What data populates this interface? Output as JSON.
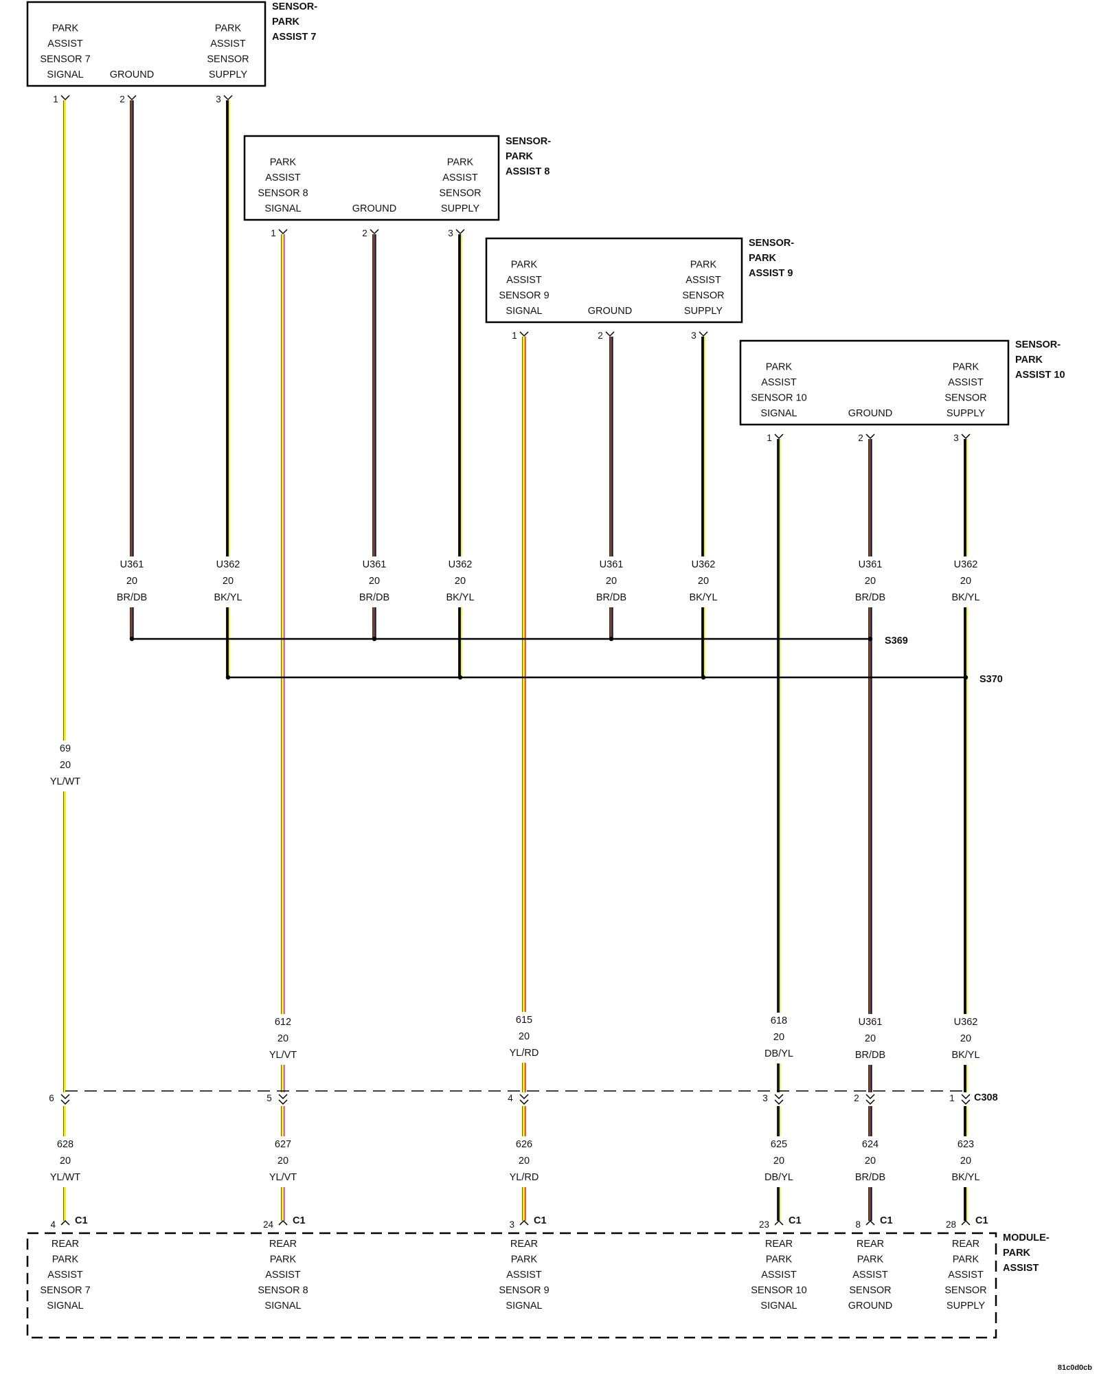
{
  "footer_code": "81c0d0cb",
  "colors": {
    "YL": "#f5f200",
    "WT": "#ffffff",
    "VT": "#c83cff",
    "RD": "#f03a1e",
    "DB": "#0b1250",
    "BR": "#7a4520",
    "BK": "#050505"
  },
  "sensors": [
    {
      "id": "s7",
      "name": [
        "SENSOR-",
        "PARK",
        "ASSIST 7"
      ],
      "pins": [
        {
          "num": "1",
          "label": [
            "PARK",
            "ASSIST",
            "SENSOR 7",
            "SIGNAL"
          ]
        },
        {
          "num": "2",
          "label": [
            "GROUND"
          ]
        },
        {
          "num": "3",
          "label": [
            "PARK",
            "ASSIST",
            "SENSOR",
            "SUPPLY"
          ]
        }
      ]
    },
    {
      "id": "s8",
      "name": [
        "SENSOR-",
        "PARK",
        "ASSIST 8"
      ],
      "pins": [
        {
          "num": "1",
          "label": [
            "PARK",
            "ASSIST",
            "SENSOR 8",
            "SIGNAL"
          ]
        },
        {
          "num": "2",
          "label": [
            "GROUND"
          ]
        },
        {
          "num": "3",
          "label": [
            "PARK",
            "ASSIST",
            "SENSOR",
            "SUPPLY"
          ]
        }
      ]
    },
    {
      "id": "s9",
      "name": [
        "SENSOR-",
        "PARK",
        "ASSIST 9"
      ],
      "pins": [
        {
          "num": "1",
          "label": [
            "PARK",
            "ASSIST",
            "SENSOR 9",
            "SIGNAL"
          ]
        },
        {
          "num": "2",
          "label": [
            "GROUND"
          ]
        },
        {
          "num": "3",
          "label": [
            "PARK",
            "ASSIST",
            "SENSOR",
            "SUPPLY"
          ]
        }
      ]
    },
    {
      "id": "s10",
      "name": [
        "SENSOR-",
        "PARK",
        "ASSIST 10"
      ],
      "pins": [
        {
          "num": "1",
          "label": [
            "PARK",
            "ASSIST",
            "SENSOR 10",
            "SIGNAL"
          ]
        },
        {
          "num": "2",
          "label": [
            "GROUND"
          ]
        },
        {
          "num": "3",
          "label": [
            "PARK",
            "ASSIST",
            "SENSOR",
            "SUPPLY"
          ]
        }
      ]
    }
  ],
  "splice_wire_labels": [
    [
      "U361",
      "20",
      "BR/DB"
    ],
    [
      "U362",
      "20",
      "BK/YL"
    ],
    [
      "U361",
      "20",
      "BR/DB"
    ],
    [
      "U362",
      "20",
      "BK/YL"
    ],
    [
      "U361",
      "20",
      "BR/DB"
    ],
    [
      "U362",
      "20",
      "BK/YL"
    ],
    [
      "U361",
      "20",
      "BR/DB"
    ],
    [
      "U362",
      "20",
      "BK/YL"
    ]
  ],
  "splices": {
    "ground": "S369",
    "supply": "S370"
  },
  "wire_69": [
    "69",
    "20",
    "YL/WT"
  ],
  "upper_wire_labels": [
    [
      "612",
      "20",
      "YL/VT"
    ],
    [
      "615",
      "20",
      "YL/RD"
    ],
    [
      "618",
      "20",
      "DB/YL"
    ],
    [
      "U361",
      "20",
      "BR/DB"
    ],
    [
      "U362",
      "20",
      "BK/YL"
    ]
  ],
  "connector": {
    "name": "C308",
    "pins": [
      "6",
      "5",
      "4",
      "3",
      "2",
      "1"
    ]
  },
  "lower_wire_labels": [
    [
      "628",
      "20",
      "YL/WT"
    ],
    [
      "627",
      "20",
      "YL/VT"
    ],
    [
      "626",
      "20",
      "YL/RD"
    ],
    [
      "625",
      "20",
      "DB/YL"
    ],
    [
      "624",
      "20",
      "BR/DB"
    ],
    [
      "623",
      "20",
      "BK/YL"
    ]
  ],
  "module": {
    "name": [
      "MODULE-",
      "PARK",
      "ASSIST"
    ],
    "pins": [
      {
        "num": "4",
        "conn": "C1",
        "label": [
          "REAR",
          "PARK",
          "ASSIST",
          "SENSOR 7",
          "SIGNAL"
        ]
      },
      {
        "num": "24",
        "conn": "C1",
        "label": [
          "REAR",
          "PARK",
          "ASSIST",
          "SENSOR 8",
          "SIGNAL"
        ]
      },
      {
        "num": "3",
        "conn": "C1",
        "label": [
          "REAR",
          "PARK",
          "ASSIST",
          "SENSOR 9",
          "SIGNAL"
        ]
      },
      {
        "num": "23",
        "conn": "C1",
        "label": [
          "REAR",
          "PARK",
          "ASSIST",
          "SENSOR 10",
          "SIGNAL"
        ]
      },
      {
        "num": "8",
        "conn": "C1",
        "label": [
          "REAR",
          "PARK",
          "ASSIST",
          "SENSOR",
          "GROUND"
        ]
      },
      {
        "num": "28",
        "conn": "C1",
        "label": [
          "REAR",
          "PARK",
          "ASSIST",
          "SENSOR",
          "SUPPLY"
        ]
      }
    ]
  }
}
